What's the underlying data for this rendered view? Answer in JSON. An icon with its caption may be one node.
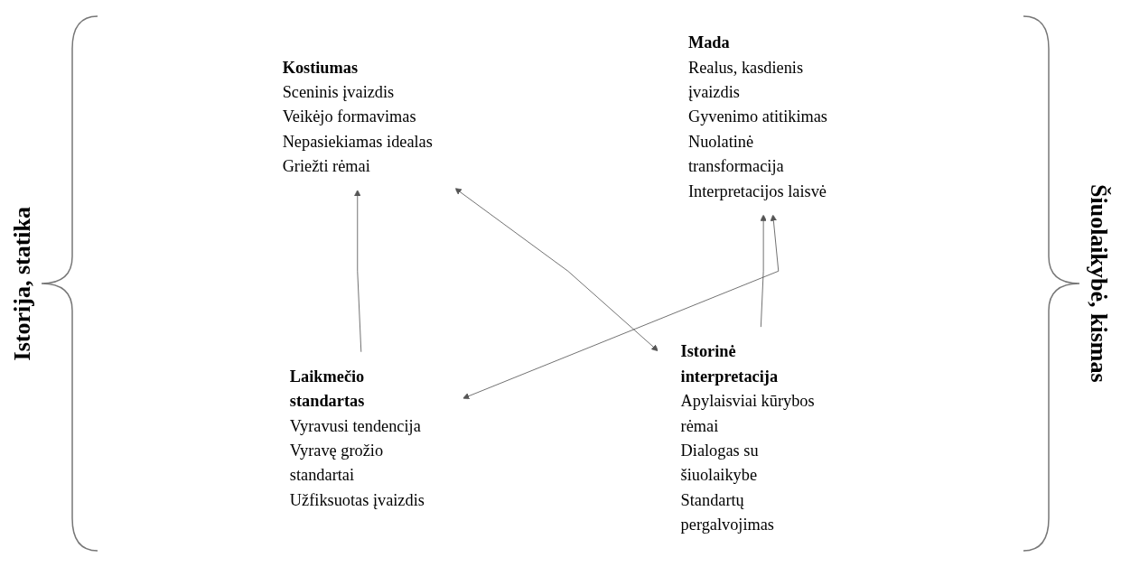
{
  "diagram": {
    "nodes": [
      {
        "text": [
          "Kostiumas",
          "Sceninis įvaizdis",
          "Veikėjo formavimas",
          "Nepasiekiamas idealas",
          "Griežti rėmai"
        ]
      },
      {
        "text": [
          "Mada",
          "Realus, kasdienis įvaizdis",
          "Gyvenimo atitikimas",
          "Nuolatinė transformacija",
          "Interpretacijos laisvė"
        ]
      },
      {
        "text": [
          "Laikmečio standartas",
          "Vyravusi tendencija",
          "Vyravę grožio standartai",
          "Užfiksuotas įvaizdis"
        ]
      },
      {
        "text": [
          "Istorinė interpretacija",
          "Apylaisviai kūrybos rėmai",
          "Dialogas su šiuolaikybe",
          "Standartų pergalvojimas"
        ]
      }
    ],
    "edges": [
      {
        "from": 2,
        "to": 0,
        "arrow": "to"
      },
      {
        "from": 3,
        "to": 1,
        "arrow": "to"
      },
      {
        "from": 0,
        "to": 3,
        "arrow": "both"
      },
      {
        "from": 1,
        "to": 2,
        "arrow": "both"
      }
    ],
    "labels": [
      "Istorija, statika",
      "Šiuolaikybė, kismas"
    ]
  }
}
